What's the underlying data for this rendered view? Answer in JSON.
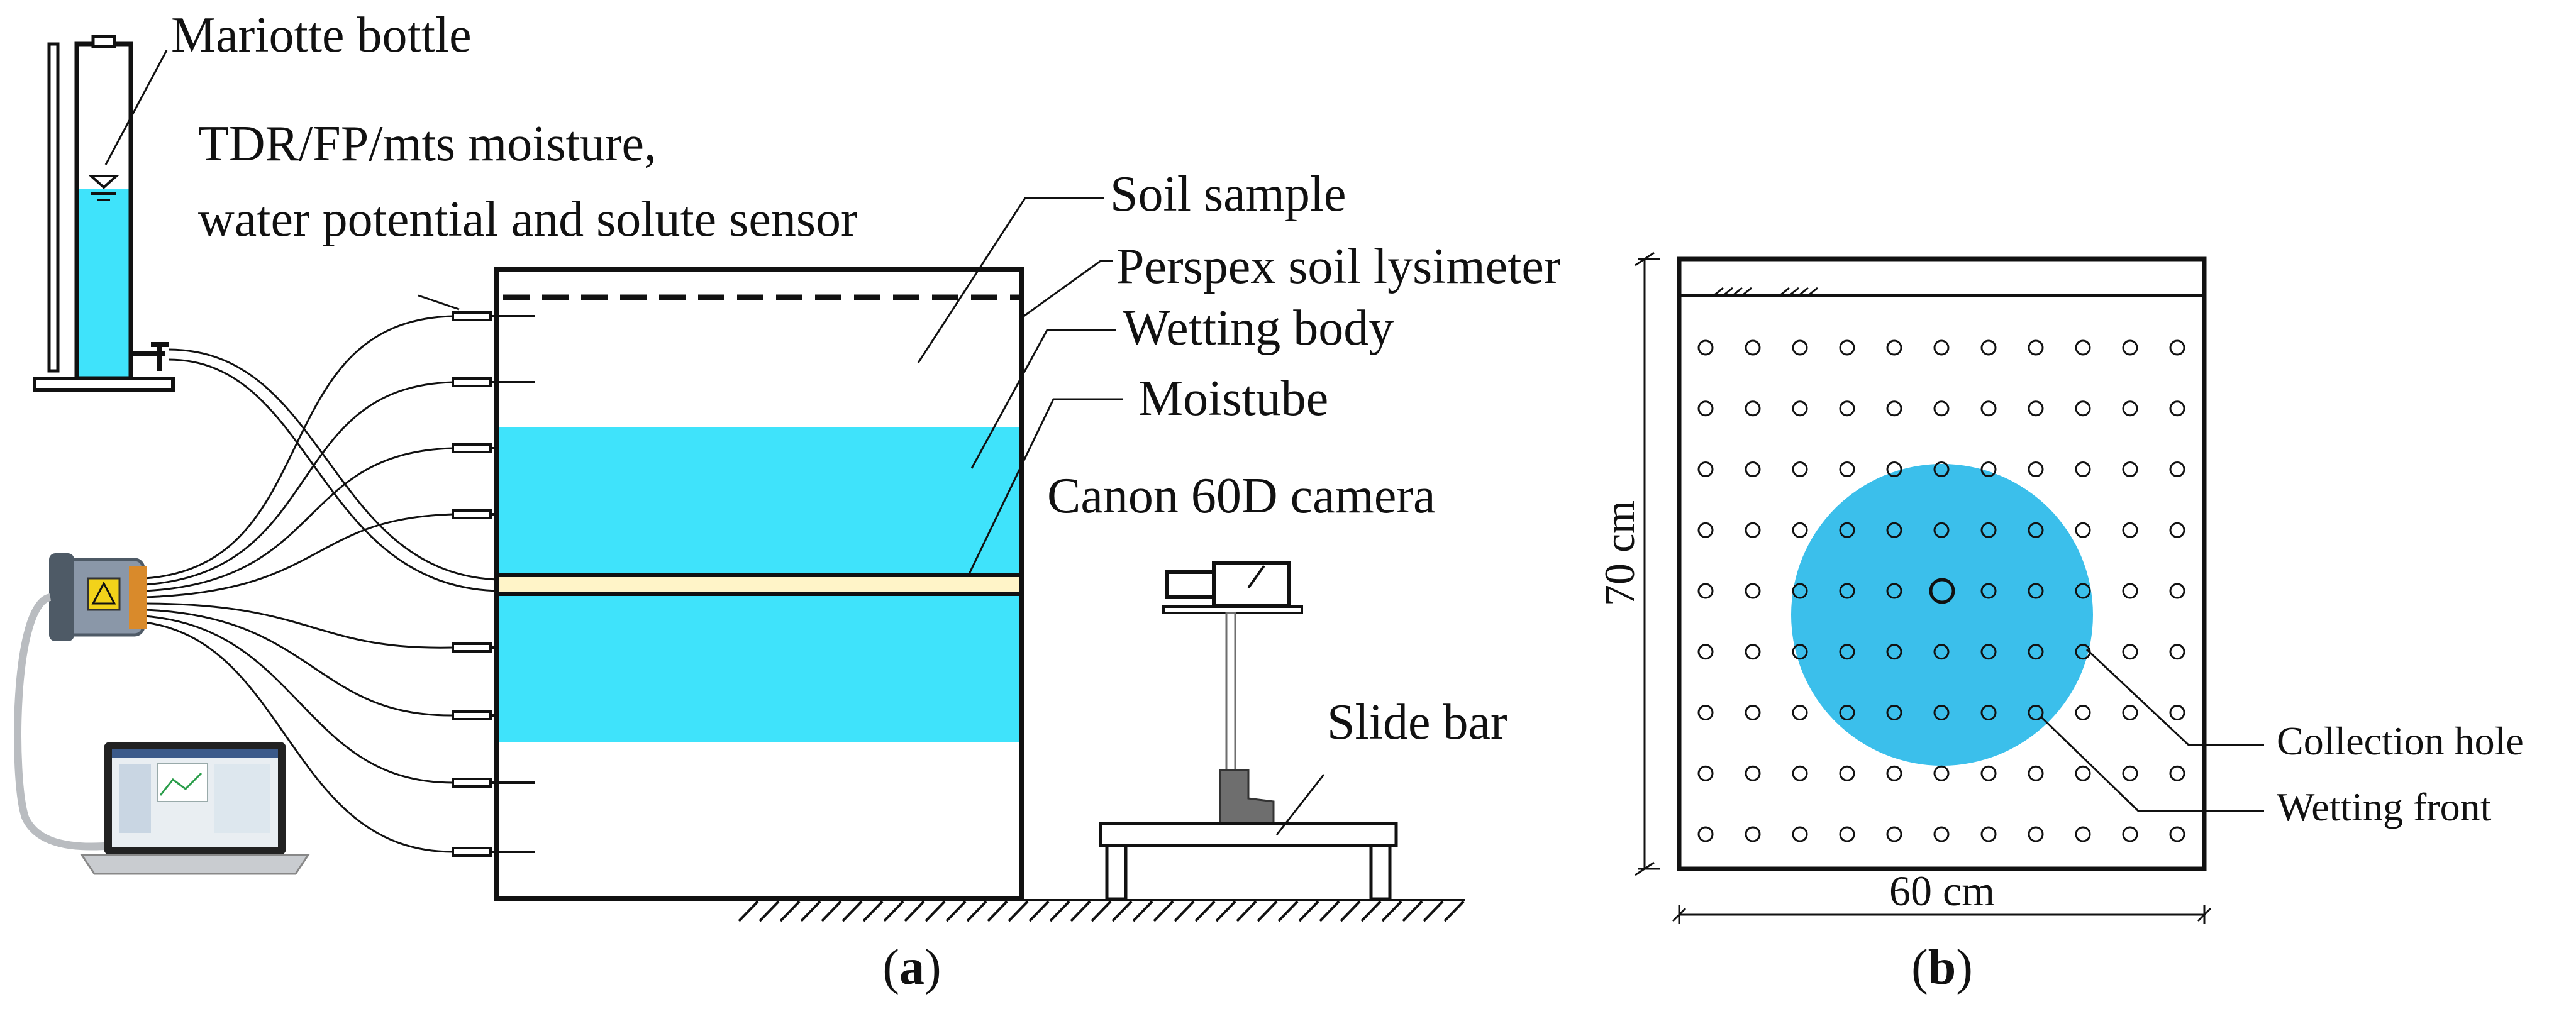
{
  "colors": {
    "water": "#3fe3fb",
    "wetting_circle": "#3bbfeb",
    "moistube": "#fff4c8",
    "ink": "#111111",
    "logger": "#8a97a8",
    "logger_dark": "#4e5a66",
    "logger_orange": "#d98a2b",
    "logger_tag": "#f2d21a",
    "cable": "#b9bcc0",
    "camera_stand": "#6e6e6e"
  },
  "panel_a": {
    "labels": {
      "mariotte_bottle": "Mariotte bottle",
      "sensor_line1": "TDR/FP/mts moisture,",
      "sensor_line2": "water potential and solute sensor",
      "soil_sample": "Soil sample",
      "lysimeter": "Perspex soil lysimeter",
      "wetting_body": "Wetting body",
      "moistube": "Moistube",
      "camera": "Canon 60D camera",
      "slide_bar": "Slide bar"
    },
    "caption_letter": "a"
  },
  "panel_b": {
    "labels": {
      "collection_hole": "Collection hole",
      "wetting_front": "Wetting front",
      "height": "70 cm",
      "width": "60 cm"
    },
    "caption_letter": "b",
    "hole_grid": {
      "columns": 11,
      "rows": 9
    }
  }
}
